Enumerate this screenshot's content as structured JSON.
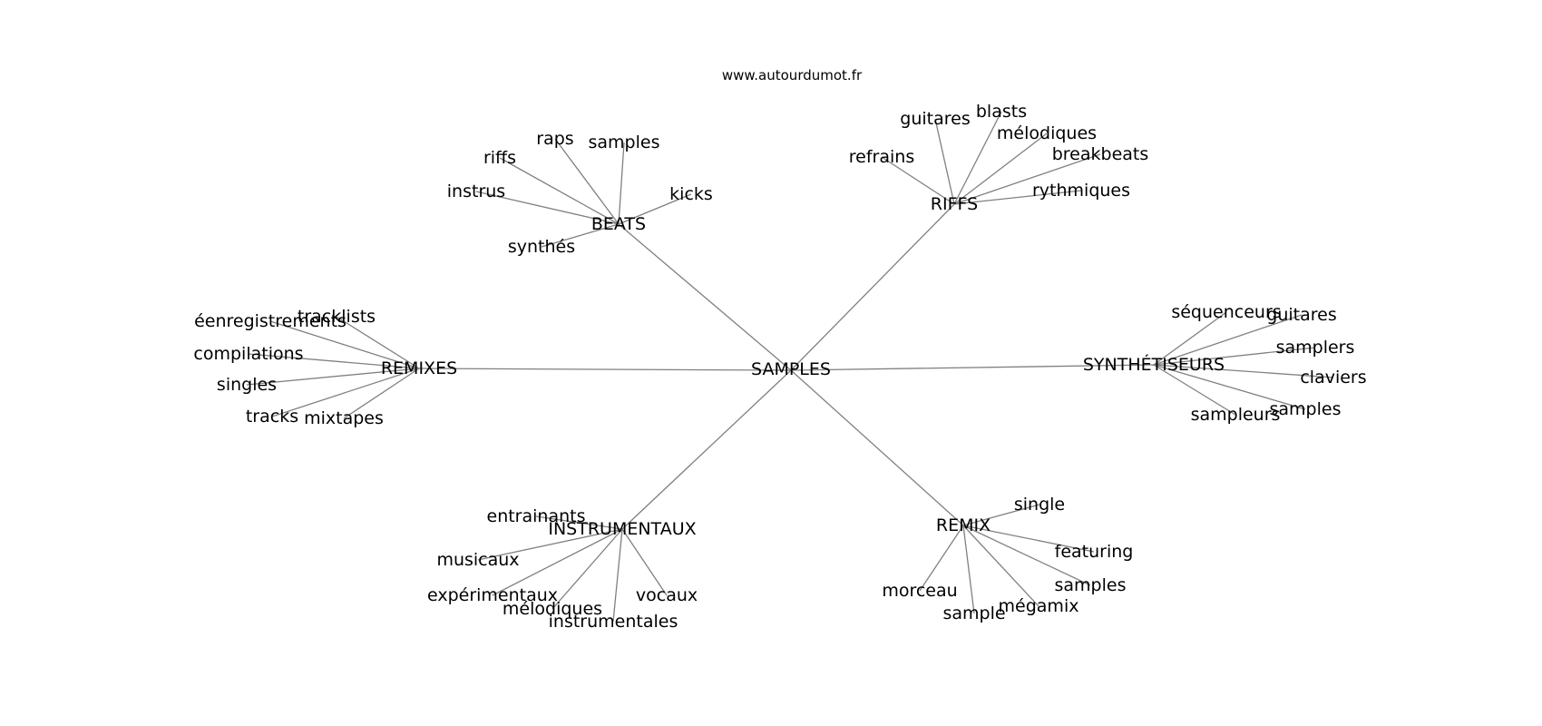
{
  "watermark": "www.autourdumot.fr",
  "center": "SAMPLES",
  "clusters": [
    {
      "hub": "BEATS",
      "leaves": [
        "raps",
        "samples",
        "riffs",
        "instrus",
        "kicks",
        "synthés"
      ]
    },
    {
      "hub": "RIFFS",
      "leaves": [
        "guitares",
        "blasts",
        "mélodiques",
        "refrains",
        "breakbeats",
        "rythmiques"
      ]
    },
    {
      "hub": "REMIXES",
      "leaves": [
        "tracklists",
        "éenregistrements",
        "compilations",
        "singles",
        "tracks",
        "mixtapes"
      ]
    },
    {
      "hub": "SYNTHÉTISEURS",
      "leaves": [
        "séquenceurs",
        "guitares",
        "samplers",
        "claviers",
        "samples",
        "sampleurs"
      ]
    },
    {
      "hub": "INSTRUMENTAUX",
      "leaves": [
        "entrainants",
        "musicaux",
        "expérimentaux",
        "mélodiques",
        "instrumentales",
        "vocaux"
      ]
    },
    {
      "hub": "REMIX",
      "leaves": [
        "single",
        "featuring",
        "samples",
        "mégamix",
        "sample",
        "morceau"
      ]
    }
  ]
}
